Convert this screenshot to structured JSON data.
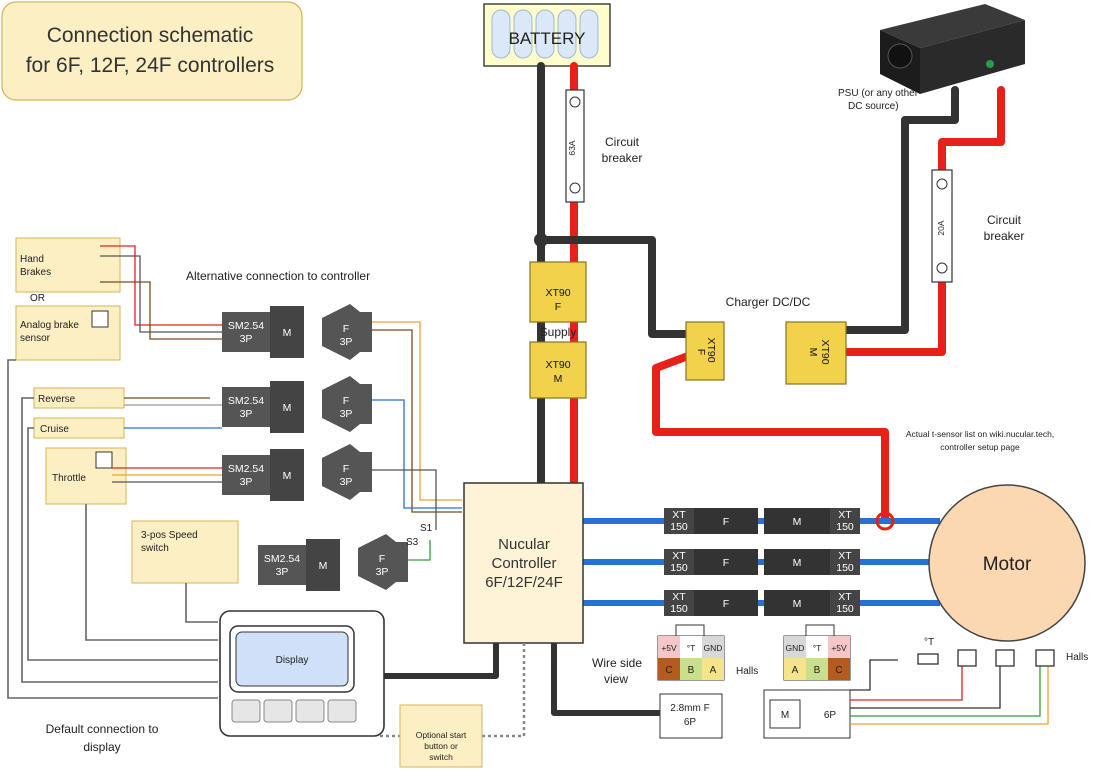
{
  "title": {
    "line1": "Connection schematic",
    "line2": "for 6F, 12F, 24F controllers"
  },
  "battery": {
    "label": "BATTERY"
  },
  "breaker_main": {
    "rating": "63A",
    "label_line1": "Circuit",
    "label_line2": "breaker"
  },
  "breaker_charger": {
    "rating": "20A",
    "label_line1": "Circuit",
    "label_line2": "breaker"
  },
  "psu": {
    "label_line1": "PSU (or any other",
    "label_line2": "DC source)"
  },
  "charger": {
    "label": "Charger DC/DC",
    "xt_f_line1": "XT90",
    "xt_f_line2": "F",
    "xt_m_line1": "XT90",
    "xt_m_line2": "M"
  },
  "supply": {
    "label": "Supply",
    "xt_f_line1": "XT90",
    "xt_f_line2": "F",
    "xt_m_line1": "XT90",
    "xt_m_line2": "M"
  },
  "controller": {
    "line1": "Nucular",
    "line2": "Controller",
    "line3": "6F/12F/24F"
  },
  "motor": {
    "label": "Motor"
  },
  "tsensor_note": {
    "line1": "Actual t-sensor list on wiki.nucular.tech,",
    "line2": "controller setup page"
  },
  "phase_connectors": {
    "xt_line1": "XT",
    "xt_line2": "150",
    "female": "F",
    "male": "M"
  },
  "left_inputs": {
    "hand_brakes_line1": "Hand",
    "hand_brakes_line2": "Brakes",
    "or": "OR",
    "analog_line1": "Analog brake",
    "analog_line2": "sensor",
    "reverse": "Reverse",
    "cruise": "Cruise",
    "throttle": "Throttle",
    "speed_line1": "3-pos Speed",
    "speed_line2": "switch",
    "alt_label": "Alternative connection to controller"
  },
  "sm_connector": {
    "line1": "SM2.54",
    "line2": "3P",
    "male": "M",
    "female_line1": "F",
    "female_line2": "3P"
  },
  "splits": {
    "s1": "S1",
    "s3": "S3"
  },
  "display": {
    "label": "Display",
    "default_line1": "Default connection to",
    "default_line2": "display"
  },
  "start_button": {
    "line1": "Optional start",
    "line2": "button or",
    "line3": "switch"
  },
  "hall_connector": {
    "wire_side_line1": "Wire side",
    "wire_side_line2": "view",
    "halls": "Halls",
    "pins_top_left": [
      "+5V",
      "°T",
      "GND"
    ],
    "pins_bottom_left": [
      "C",
      "B",
      "A"
    ],
    "pins_top_right": [
      "GND",
      "°T",
      "+5V"
    ],
    "pins_bottom_right": [
      "A",
      "B",
      "C"
    ],
    "plug_line1": "2.8mm F",
    "plug_line2": "6P",
    "motor_m": "M",
    "motor_6p": "6P",
    "temp": "°T"
  },
  "colors": {
    "black_wire": "#333333",
    "red_wire": "#e8201a",
    "phase_wire": "#2a6fd6",
    "connector_yellow": "#f2d24b",
    "box_yellow": "#fdefc4"
  }
}
